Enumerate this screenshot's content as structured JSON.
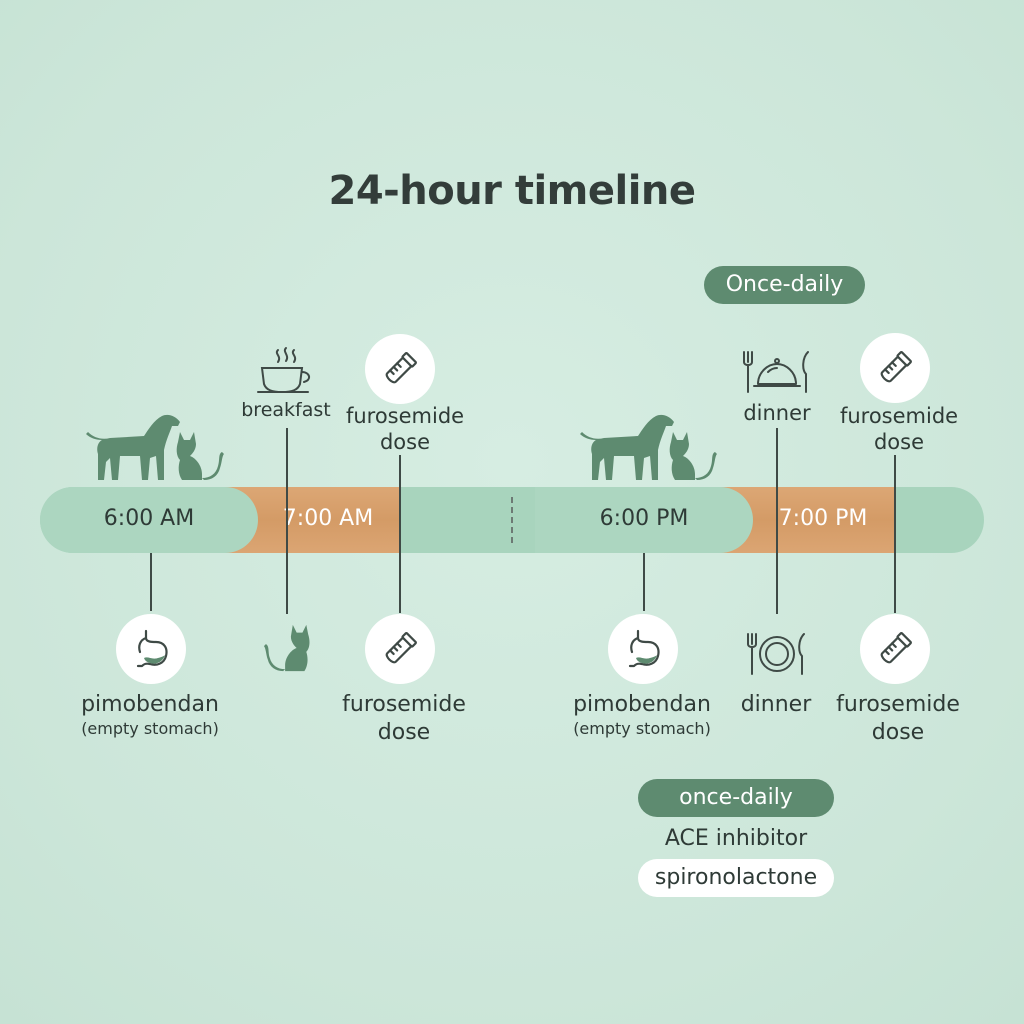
{
  "title": "24-hour timeline",
  "badges": {
    "once_daily_top": "Once-daily",
    "once_daily_bottom": "once-daily"
  },
  "times": {
    "t1": "6:00 AM",
    "t2": "7:00 AM",
    "t3": "6:00 PM",
    "t4": "7:00 PM"
  },
  "above": {
    "breakfast": "breakfast",
    "furosemide_am": "furosemide dose",
    "dinner": "dinner",
    "furosemide_pm": "furosemide dose"
  },
  "below": {
    "pimo_am": "pimobendan",
    "pimo_am_note": "(empty stomach)",
    "furosemide_am": "furosemide dose",
    "pimo_pm": "pimobendan",
    "pimo_pm_note": "(empty stomach)",
    "dinner": "dinner",
    "furosemide_pm": "furosemide dose"
  },
  "once_daily_meds": {
    "ace": "ACE inhibitor",
    "spiro": "spironolactone"
  },
  "colors": {
    "background": "#cfe8dc",
    "track": "#a8d4bd",
    "segment_time": "#a9d3bd",
    "segment_meal": "#d9a26f",
    "accent": "#5e8b70"
  },
  "icons": [
    "dog-icon",
    "cat-icon",
    "coffee-cup-icon",
    "pill-vial-icon",
    "stomach-icon",
    "cloche-icon",
    "plate-icon"
  ]
}
